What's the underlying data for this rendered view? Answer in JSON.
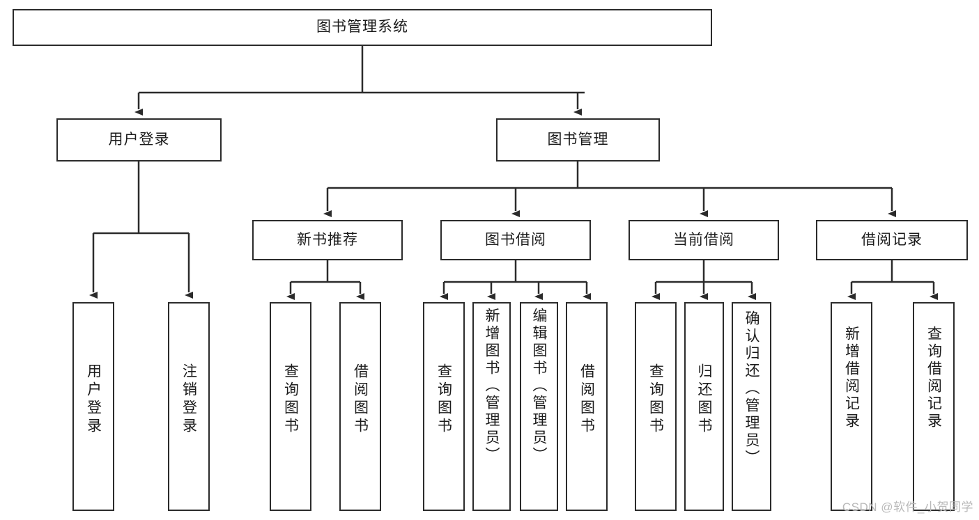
{
  "diagram": {
    "type": "tree-hierarchy",
    "title": "图书管理系统",
    "watermark": "CSDN @软件_小贺同学",
    "colors": {
      "box_border": "#2b2b2b",
      "box_fill": "#ffffff",
      "edge": "#2b2b2b",
      "text": "#1b1b1b",
      "watermark": "#b9b9b9"
    },
    "nodes": {
      "root": {
        "label": "图书管理系统",
        "level": 0
      },
      "level1": [
        {
          "id": "user-login",
          "label": "用户登录"
        },
        {
          "id": "book-manage",
          "label": "图书管理"
        }
      ],
      "level2": [
        {
          "id": "new-book-recommend",
          "label": "新书推荐",
          "parent": "book-manage"
        },
        {
          "id": "book-borrow",
          "label": "图书借阅",
          "parent": "book-manage"
        },
        {
          "id": "current-borrow",
          "label": "当前借阅",
          "parent": "book-manage"
        },
        {
          "id": "borrow-record",
          "label": "借阅记录",
          "parent": "book-manage"
        }
      ],
      "leaves": {
        "user_login": [
          {
            "id": "leaf-user-login",
            "label": "用户登录"
          },
          {
            "id": "leaf-user-logout",
            "label": "注销登录"
          }
        ],
        "new_book_recommend": [
          {
            "id": "leaf-query-book-1",
            "label": "查询图书"
          },
          {
            "id": "leaf-borrow-book-1",
            "label": "借阅图书"
          }
        ],
        "book_borrow": [
          {
            "id": "leaf-query-book-2",
            "label": "查询图书"
          },
          {
            "id": "leaf-add-book",
            "label": "新增图书（管理员）"
          },
          {
            "id": "leaf-edit-book",
            "label": "编辑图书（管理员）"
          },
          {
            "id": "leaf-borrow-book-2",
            "label": "借阅图书"
          }
        ],
        "current_borrow": [
          {
            "id": "leaf-query-book-3",
            "label": "查询图书"
          },
          {
            "id": "leaf-return-book",
            "label": "归还图书"
          },
          {
            "id": "leaf-confirm-return",
            "label": "确认归还（管理员）"
          }
        ],
        "borrow_record": [
          {
            "id": "leaf-add-record",
            "label": "新增借阅记录"
          },
          {
            "id": "leaf-query-record",
            "label": "查询借阅记录"
          }
        ]
      }
    }
  }
}
